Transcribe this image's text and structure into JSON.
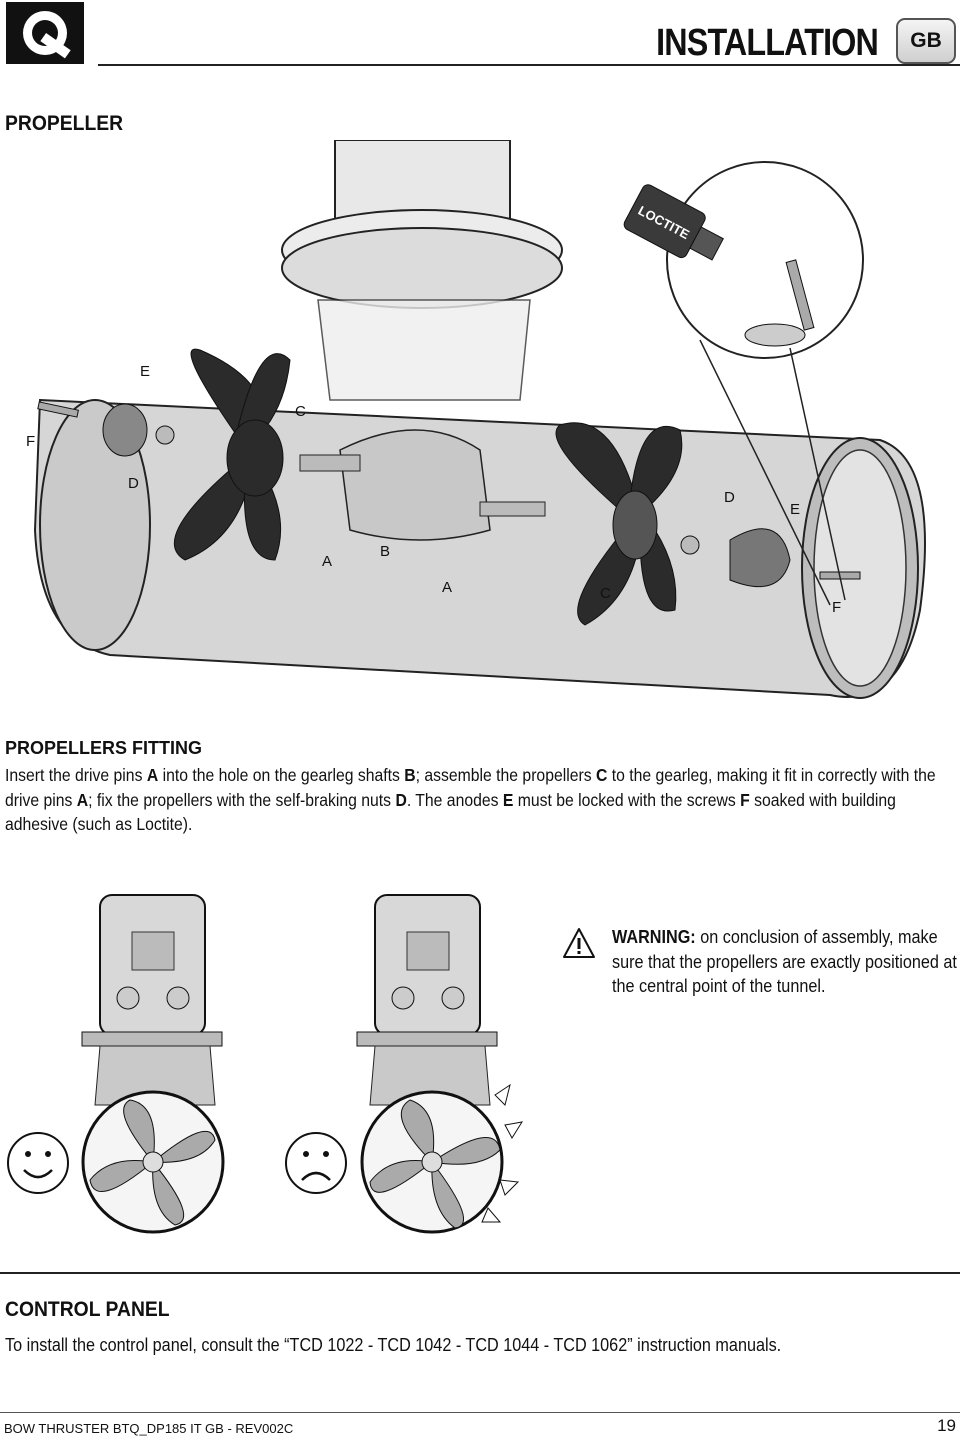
{
  "header": {
    "title": "INSTALLATION",
    "lang_badge": "GB"
  },
  "section_propeller": {
    "title": "PROPELLER",
    "callouts": [
      "E",
      "F",
      "C",
      "D",
      "A",
      "B",
      "A",
      "C",
      "D",
      "E",
      "F"
    ],
    "loctite_label": "LOCTITE"
  },
  "fitting": {
    "title": "PROPELLERS FITTING",
    "body": [
      {
        "t": "Insert the drive pins ",
        "b": false
      },
      {
        "t": "A",
        "b": true
      },
      {
        "t": " into the hole on the gearleg shafts ",
        "b": false
      },
      {
        "t": "B",
        "b": true
      },
      {
        "t": "; assemble the propellers ",
        "b": false
      },
      {
        "t": "C",
        "b": true
      },
      {
        "t": " to the gearleg, making it fit in correctly with the drive pins ",
        "b": false
      },
      {
        "t": "A",
        "b": true
      },
      {
        "t": "; fix the propellers with the self-braking nuts ",
        "b": false
      },
      {
        "t": "D",
        "b": true
      },
      {
        "t": ". The anodes ",
        "b": false
      },
      {
        "t": "E",
        "b": true
      },
      {
        "t": " must be locked with the screws ",
        "b": false
      },
      {
        "t": "F",
        "b": true
      },
      {
        "t": " soaked with building adhesive (such as Loctite).",
        "b": false
      }
    ]
  },
  "warning": {
    "label": "WARNING:",
    "text": " on conclusion of assembly, make sure that the propellers are exactly positioned at the central point of the tunnel."
  },
  "section_control": {
    "title": "CONTROL PANEL",
    "text": "To install the control panel, consult the “TCD 1022 - TCD 1042 - TCD 1044 - TCD 1062” instruction manuals."
  },
  "footer": {
    "doc_ref": "BOW THRUSTER BTQ_DP185  IT GB - REV002C",
    "page": "19"
  },
  "colors": {
    "tube": "#d9d9d9",
    "propeller": "#2b2b2b",
    "text": "#111111"
  }
}
